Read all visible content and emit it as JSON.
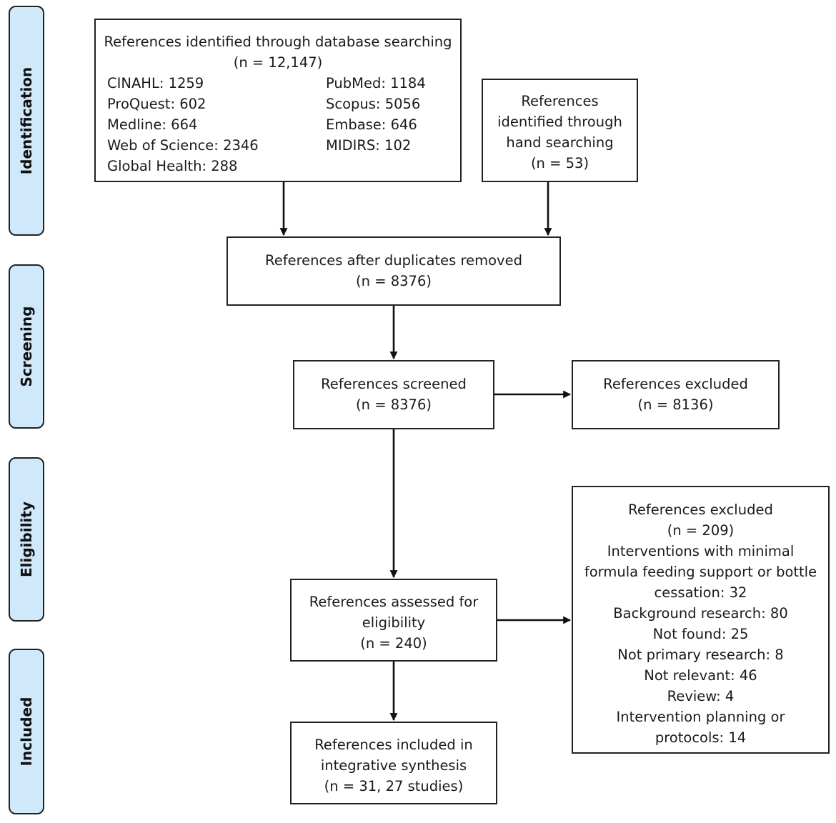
{
  "stages": {
    "identification": "Identification",
    "screening": "Screening",
    "eligibility": "Eligibility",
    "included": "Included"
  },
  "database_search": {
    "title": "References identified through database searching",
    "count": "(n = 12,147)",
    "sources_left": [
      "CINAHL: 1259",
      "ProQuest: 602",
      "Medline: 664",
      "Web of Science: 2346",
      "Global Health: 288"
    ],
    "sources_right": [
      "PubMed: 1184",
      "Scopus: 5056",
      "Embase: 646",
      "MIDIRS: 102"
    ]
  },
  "hand_search": {
    "lines": [
      "References",
      "identified through",
      "hand searching",
      "(n = 53)"
    ]
  },
  "duplicates_removed": {
    "lines": [
      "References after duplicates removed",
      "(n = 8376)"
    ]
  },
  "screened": {
    "lines": [
      "References screened",
      "(n = 8376)"
    ]
  },
  "screened_excluded": {
    "lines": [
      "References excluded",
      "(n = 8136)"
    ]
  },
  "assessed": {
    "lines": [
      "References assessed for",
      "eligibility",
      "(n = 240)"
    ]
  },
  "eligibility_excluded": {
    "lines": [
      "References excluded",
      "(n = 209)",
      "Interventions with minimal",
      "formula feeding support or bottle",
      "cessation: 32",
      "Background research: 80",
      "Not found: 25",
      "Not primary research: 8",
      "Not relevant: 46",
      "Review: 4",
      "Intervention planning or",
      "protocols: 14"
    ]
  },
  "included": {
    "lines": [
      "References included in",
      "integrative synthesis",
      "(n = 31, 27 studies)"
    ]
  }
}
